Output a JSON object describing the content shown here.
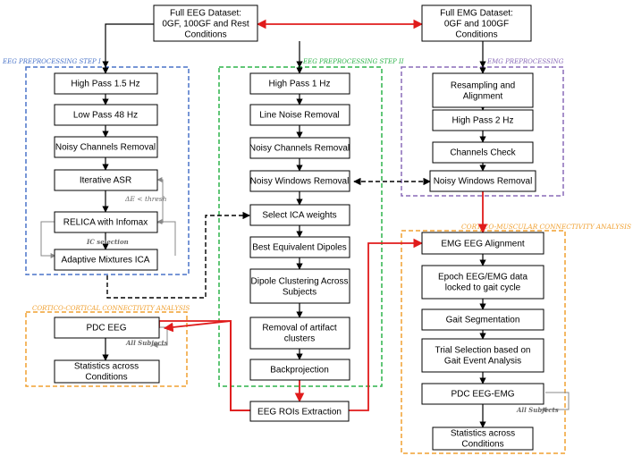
{
  "colors": {
    "eeg_step1": "#4a74c9",
    "eeg_step2": "#2db34a",
    "emg": "#8a6bb8",
    "connectivity": "#f0a030",
    "red_arrow": "#e01b1b",
    "note": "#666666"
  },
  "datasets": {
    "eeg": "Full EEG Dataset:|0GF, 100GF and Rest|Conditions",
    "emg": "Full EMG Dataset:|0GF and 100GF|Conditions"
  },
  "sections": {
    "eeg_step1": "EEG PREPROCESSING  STEP I",
    "eeg_step2": "EEG PREPROCESSING STEP II",
    "emg": "EMG PREPROCESSING",
    "cortico_muscular": "CORTICO-MUSCULAR CONNECTIVITY ANALYSIS",
    "cortico_cortical": "CORTICO-CORTICAL CONNECTIVITY ANALYSIS"
  },
  "eeg_step1": [
    "High Pass 1.5 Hz",
    "Low Pass 48 Hz",
    "Noisy Channels Removal",
    "Iterative ASR",
    "RELICA with Infomax",
    "Adaptive Mixtures ICA"
  ],
  "eeg_step2": [
    "High Pass 1 Hz",
    "Line Noise Removal",
    "Noisy Channels Removal",
    "Noisy Windows Removal",
    "Select ICA weights",
    "Best Equivalent Dipoles",
    "Dipole Clustering Across|Subjects",
    "Removal of artifact|clusters",
    "Backprojection"
  ],
  "emg": [
    "Resampling and|Alignment",
    "High Pass 2 Hz",
    "Channels Check",
    "Noisy Windows Removal"
  ],
  "cortico_muscular": [
    "EMG EEG Alignment",
    "Epoch EEG/EMG data|locked to gait cycle",
    "Gait Segmentation",
    "Trial Selection based on|Gait Event Analysis",
    "PDC EEG-EMG",
    "Statistics across|Conditions"
  ],
  "cortico_cortical": [
    "PDC EEG",
    "Statistics across|Conditions"
  ],
  "roi": "EEG ROIs Extraction",
  "notes": {
    "asr_thresh": "ΔE < thresh",
    "ic_selection": "IC selection",
    "all_subjects_cc": "All Subjects",
    "all_subjects_cm": "All Subjects"
  }
}
